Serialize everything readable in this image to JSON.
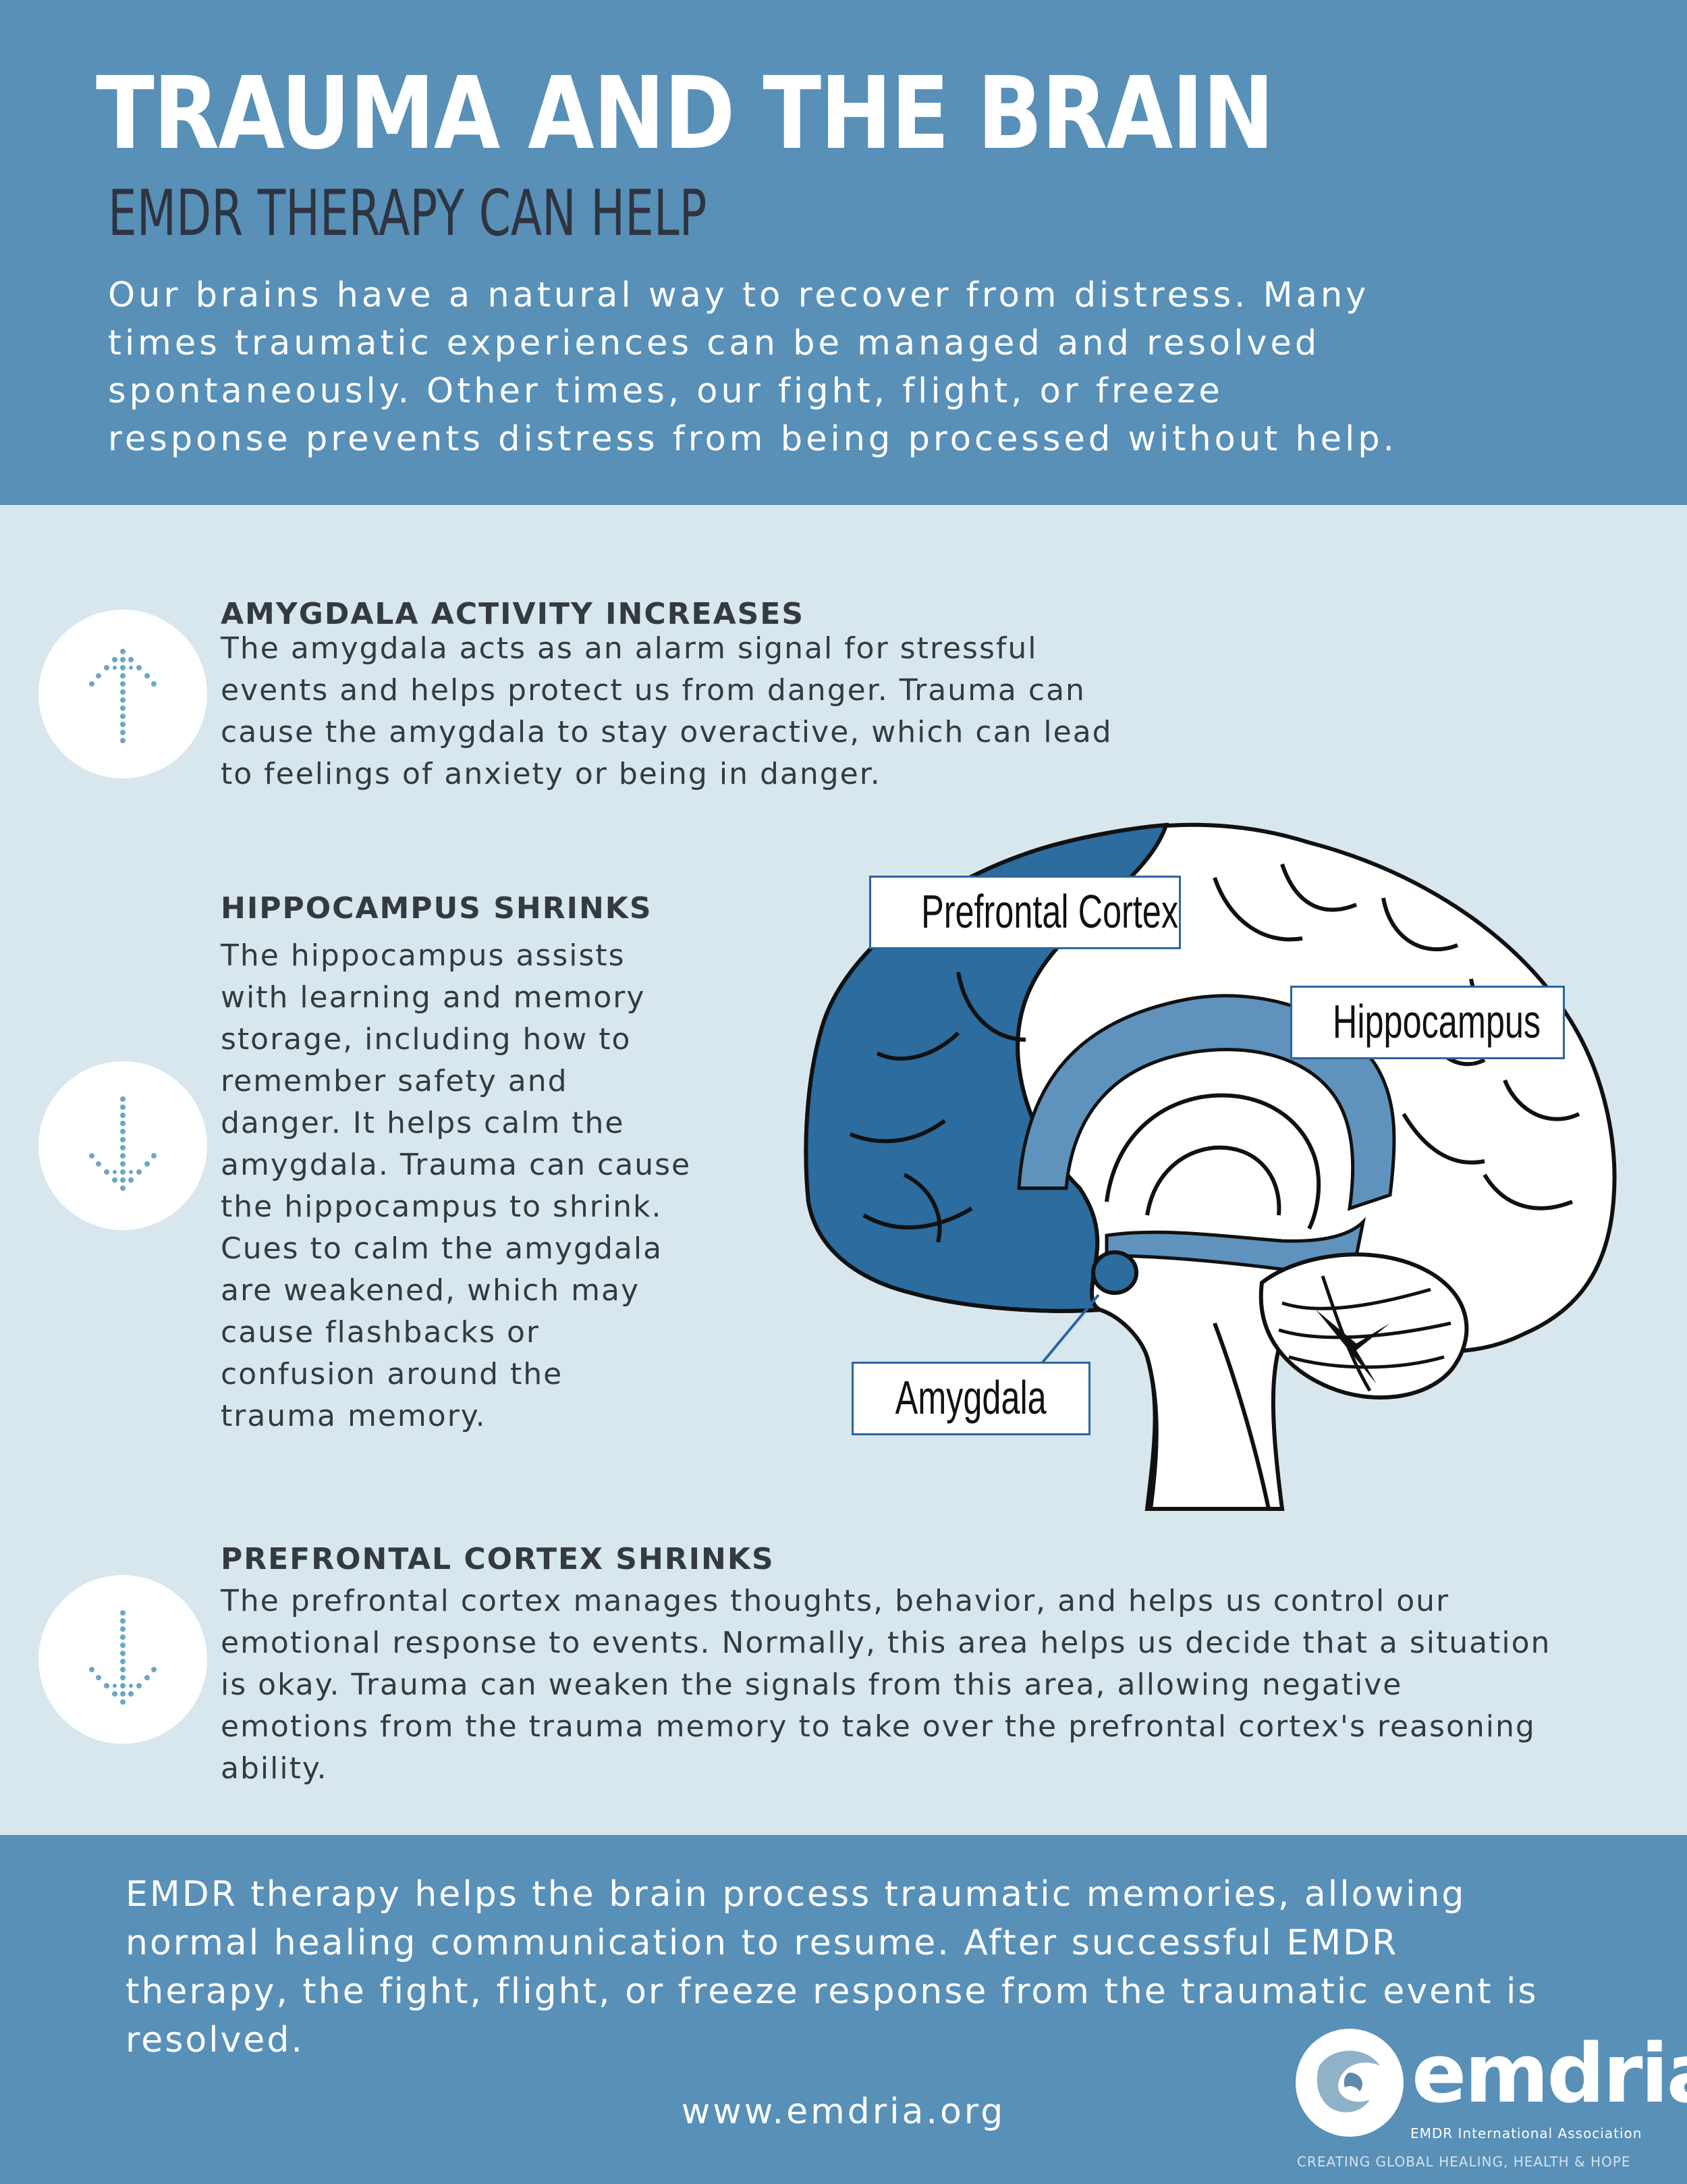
{
  "header": {
    "title": "TRAUMA AND THE BRAIN",
    "subtitle": "EMDR THERAPY CAN HELP",
    "intro_lines": [
      "Our brains have a natural way to recover from distress. Many",
      "times traumatic experiences can be managed and resolved",
      "spontaneously. Other times, our fight, flight, or freeze",
      "response prevents distress from being processed without help."
    ]
  },
  "sections": [
    {
      "heading": "AMYGDALA ACTIVITY INCREASES",
      "icon": "arrow-up-icon",
      "lines": [
        "The amygdala acts as an alarm signal for stressful",
        "events and helps protect us from danger. Trauma can",
        "cause the amygdala to stay overactive, which can lead",
        "to feelings of anxiety or being in danger."
      ]
    },
    {
      "heading": "HIPPOCAMPUS SHRINKS",
      "icon": "arrow-down-icon",
      "lines": [
        "The hippocampus assists",
        "with learning and memory",
        "storage, including how to",
        "remember safety and",
        "danger. It helps calm the",
        "amygdala. Trauma can cause",
        "the hippocampus to shrink.",
        "Cues to calm the amygdala",
        "are weakened, which may",
        "cause flashbacks or",
        "confusion around the",
        "trauma memory."
      ]
    },
    {
      "heading": "PREFRONTAL CORTEX SHRINKS",
      "icon": "arrow-down-icon",
      "lines": [
        "The prefrontal cortex manages thoughts, behavior, and helps us control our",
        "emotional response to events. Normally, this area helps us decide that a situation",
        "is okay. Trauma can weaken the signals from this area, allowing negative",
        "emotions from the trauma memory to take over the prefrontal cortex's reasoning",
        "ability."
      ]
    }
  ],
  "diagram": {
    "labels": {
      "prefrontal": "Prefrontal Cortex",
      "hippocampus": "Hippocampus",
      "amygdala": "Amygdala"
    },
    "colors": {
      "prefrontal": "#2c6c9e",
      "hippocampus": "#5f93bd",
      "outline": "#111111"
    }
  },
  "footer": {
    "closing_lines": [
      "EMDR therapy helps the brain process traumatic memories, allowing",
      "normal healing communication to resume. After successful EMDR",
      "therapy, the fight, flight, or freeze response from the traumatic event is",
      "resolved."
    ],
    "url": "www.emdria.org",
    "logo_word": "emdria",
    "logo_subtitle": "EMDR International Association",
    "logo_tagline": "CREATING GLOBAL HEALING, HEALTH & HOPE"
  },
  "colors": {
    "header_bg": "#5890b8",
    "body_bg": "#d8e6ee",
    "text_dark": "#333a40"
  }
}
